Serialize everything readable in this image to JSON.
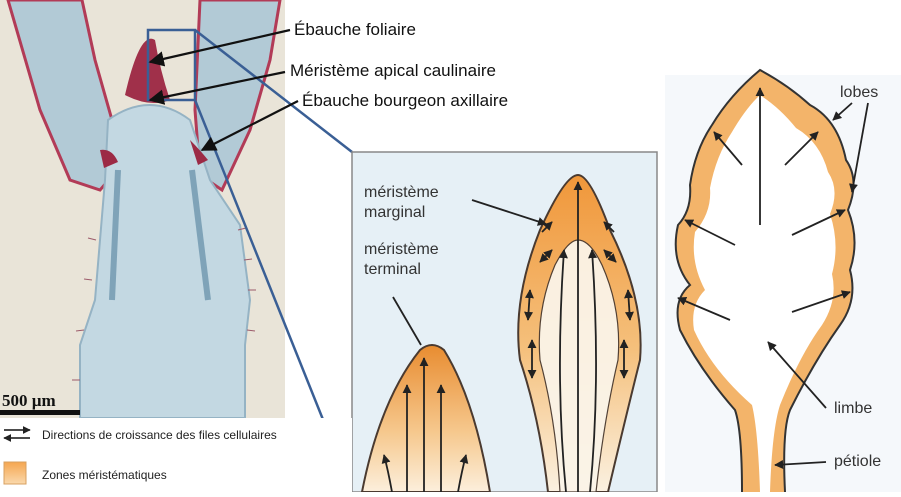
{
  "micrograph_labels": {
    "leaf_primordium": "Ébauche foliaire",
    "shoot_apical_meristem": "Méristème apical caulinaire",
    "axillary_bud_primordium": "Ébauche bourgeon axillaire",
    "scale_bar": "500 µm"
  },
  "legend": {
    "growth_directions": "Directions de croissance des files cellulaires",
    "meristematic_zones": "Zones méristématiques"
  },
  "inset_labels": {
    "marginal_meristem_line1": "méristème",
    "marginal_meristem_line2": "marginal",
    "terminal_meristem_line1": "méristème",
    "terminal_meristem_line2": "terminal"
  },
  "leaf_labels": {
    "lobes": "lobes",
    "limb": "limbe",
    "petiole": "pétiole"
  },
  "colors": {
    "meristem_orange": "#f0a040",
    "stain_red": "#a0304a",
    "tissue_blue": "#a9c7d6",
    "zoom_box": "#3a5f95"
  }
}
